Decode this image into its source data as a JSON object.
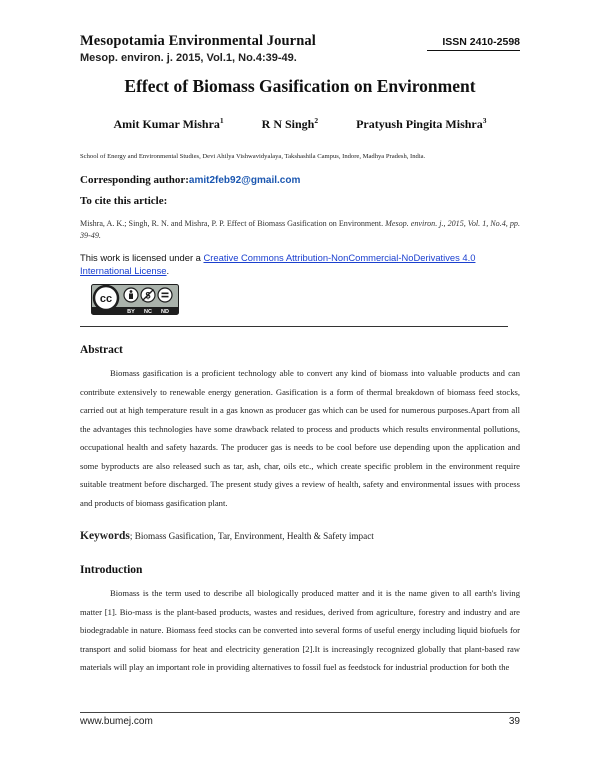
{
  "header": {
    "journal_name": "Mesopotamia Environmental Journal",
    "issn": "ISSN 2410-2598",
    "citation_line": "Mesop. environ. j. 2015, Vol.1, No.4:39-49."
  },
  "title": "Effect of Biomass Gasification on Environment",
  "authors": [
    {
      "name": "Amit Kumar Mishra",
      "sup": "1"
    },
    {
      "name": "R N Singh",
      "sup": "2"
    },
    {
      "name": "Pratyush Pingita Mishra",
      "sup": "3"
    }
  ],
  "affiliation": "School of Energy and Environmental Studies, Devi Ahilya Vishwavidyalaya, Takshashila Campus, Indore, Madhya Pradesh, India.",
  "corresponding": {
    "label": "Corresponding author",
    "sep": ":",
    "email": "amit2feb92@gmail.com"
  },
  "cite": {
    "heading": "To cite this article:",
    "text_plain": "Mishra, A. K.; Singh, R. N. and Mishra, P. P. Effect of Biomass Gasification on Environment. ",
    "text_italic": "Mesop. environ. j., 2015, Vol. 1, No.4, pp. 39-49."
  },
  "license": {
    "prefix": "This work is licensed under a ",
    "link_text": "Creative Commons Attribution-NonCommercial-NoDerivatives 4.0 International License",
    "suffix": "."
  },
  "cc_badge": {
    "cc": "cc",
    "by": "BY",
    "nc": "NC",
    "nd": "ND",
    "colors": {
      "dark": "#1e1e1e",
      "grey": "#aab2ab"
    }
  },
  "abstract": {
    "heading": "Abstract",
    "text": "Biomass gasification is a proficient technology able to convert any kind of biomass into valuable products and can contribute extensively to renewable energy generation. Gasification is a form of thermal breakdown of biomass feed stocks, carried out at high temperature result in a gas known as producer gas which can be used for numerous purposes.Apart from all the advantages this technologies have some drawback related to process and products which results environmental pollutions, occupational health and safety hazards. The producer gas is needs to be cool before use depending upon the application and some byproducts are also released such as tar, ash, char, oils etc., which create specific problem in the environment require suitable treatment before discharged. The present study gives a review of health, safety and environmental issues with process and products of biomass gasification plant."
  },
  "keywords": {
    "label": "Keywords",
    "text": "; Biomass Gasification, Tar, Environment, Health & Safety impact"
  },
  "introduction": {
    "heading": "Introduction",
    "text": "Biomass is the term used to describe all biologically produced matter and it is the name given to all earth's living matter [1]. Bio-mass is the plant-based products, wastes and residues, derived from agriculture, forestry and industry and are biodegradable in nature. Biomass feed stocks can be converted into several forms of useful energy including liquid biofuels for transport and solid biomass for heat and electricity generation [2].It is increasingly recognized globally that plant-based raw materials will play an important role in providing alternatives to fossil fuel as feedstock for industrial production for both the"
  },
  "footer": {
    "site": "www.bumej.com",
    "page": "39"
  }
}
